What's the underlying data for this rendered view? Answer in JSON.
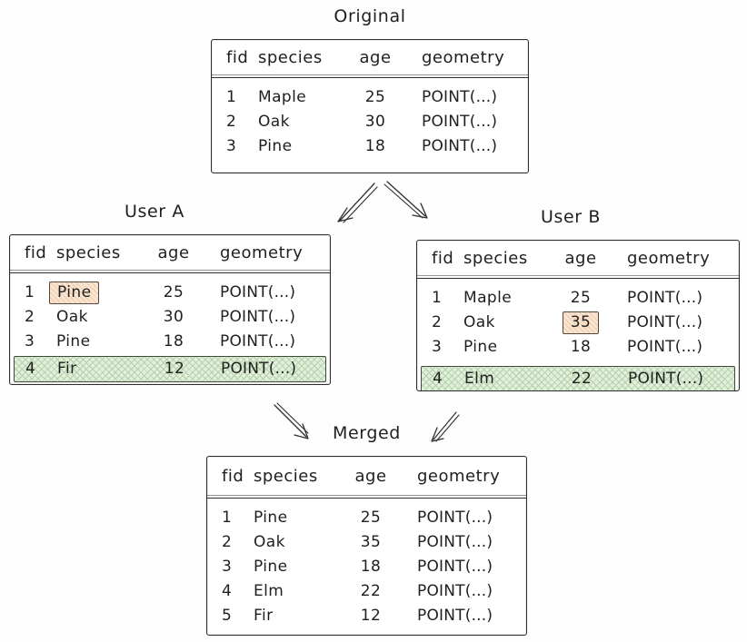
{
  "colors": {
    "background": "#fefefe",
    "ink": "#1f1f1f",
    "stroke": "#2e2e2e",
    "highlight_changed": "#f9e5d1",
    "highlight_changed_border": "#55493d",
    "highlight_added": "#e1efdb",
    "highlight_added_border": "#3f4a38"
  },
  "tables": {
    "original": {
      "title": "Original",
      "headers": [
        "fid",
        "species",
        "age",
        "geometry"
      ],
      "rows": [
        [
          "1",
          "Maple",
          "25",
          "POINT(...)"
        ],
        [
          "2",
          "Oak",
          "30",
          "POINT(...)"
        ],
        [
          "3",
          "Pine",
          "18",
          "POINT(...)"
        ]
      ]
    },
    "user_a": {
      "title": "User A",
      "headers": [
        "fid",
        "species",
        "age",
        "geometry"
      ],
      "rows": [
        [
          "1",
          "Pine",
          "25",
          "POINT(...)"
        ],
        [
          "2",
          "Oak",
          "30",
          "POINT(...)"
        ],
        [
          "3",
          "Pine",
          "18",
          "POINT(...)"
        ],
        [
          "4",
          "Fir",
          "12",
          "POINT(...)"
        ]
      ],
      "changed_cell": "row 1 species = Pine",
      "added_row": "4 Fir 12"
    },
    "user_b": {
      "title": "User B",
      "headers": [
        "fid",
        "species",
        "age",
        "geometry"
      ],
      "rows": [
        [
          "1",
          "Maple",
          "25",
          "POINT(...)"
        ],
        [
          "2",
          "Oak",
          "35",
          "POINT(...)"
        ],
        [
          "3",
          "Pine",
          "18",
          "POINT(...)"
        ],
        [
          "4",
          "Elm",
          "22",
          "POINT(...)"
        ]
      ],
      "changed_cell": "row 2 age = 35",
      "added_row": "4 Elm 22"
    },
    "merged": {
      "title": "Merged",
      "headers": [
        "fid",
        "species",
        "age",
        "geometry"
      ],
      "rows": [
        [
          "1",
          "Pine",
          "25",
          "POINT(...)"
        ],
        [
          "2",
          "Oak",
          "35",
          "POINT(...)"
        ],
        [
          "3",
          "Pine",
          "18",
          "POINT(...)"
        ],
        [
          "4",
          "Elm",
          "22",
          "POINT(...)"
        ],
        [
          "5",
          "Fir",
          "12",
          "POINT(...)"
        ]
      ]
    }
  }
}
